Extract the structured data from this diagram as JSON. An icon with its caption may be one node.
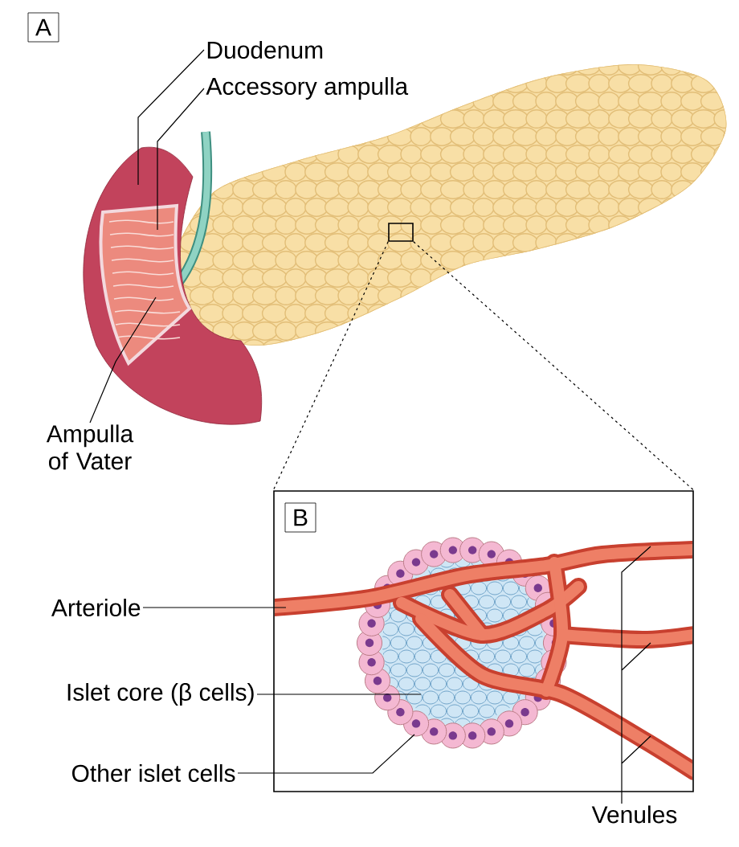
{
  "diagram": {
    "nodes": [
      {
        "text": [
          "A"
        ]
      },
      {
        "text": [
          "Duodenum"
        ]
      },
      {
        "text": [
          "Accessory ampulla"
        ]
      },
      {
        "text": [
          "Ampulla of Vater"
        ]
      },
      {
        "text": [],
        "shape": "box"
      },
      {
        "text": [
          "B"
        ]
      },
      {
        "text": [
          "Arteriole"
        ]
      },
      {
        "text": [
          "Islet core (β cells)"
        ]
      },
      {
        "text": [
          "Other islet cells"
        ]
      },
      {
        "text": [
          "Venules"
        ]
      },
      {
        "text": [],
        "shape": "picture"
      },
      {
        "text": [],
        "shape": "picture",
        "in": 5
      }
    ],
    "edges": [
      {
        "from": 1,
        "to": 10,
        "arrow": "none"
      },
      {
        "from": 2,
        "to": 10,
        "arrow": "none"
      },
      {
        "from": 3,
        "to": 10,
        "arrow": "none"
      },
      {
        "from": 4,
        "to": 5,
        "arrow": "none",
        "style": "dashed"
      },
      {
        "from": 4,
        "to": 5,
        "arrow": "none",
        "style": "dashed"
      },
      {
        "from": 6,
        "to": 11,
        "arrow": "none"
      },
      {
        "from": 7,
        "to": 11,
        "arrow": "none"
      },
      {
        "from": 8,
        "to": 11,
        "arrow": "none"
      },
      {
        "from": 9,
        "to": 11,
        "arrow": "none"
      }
    ]
  }
}
